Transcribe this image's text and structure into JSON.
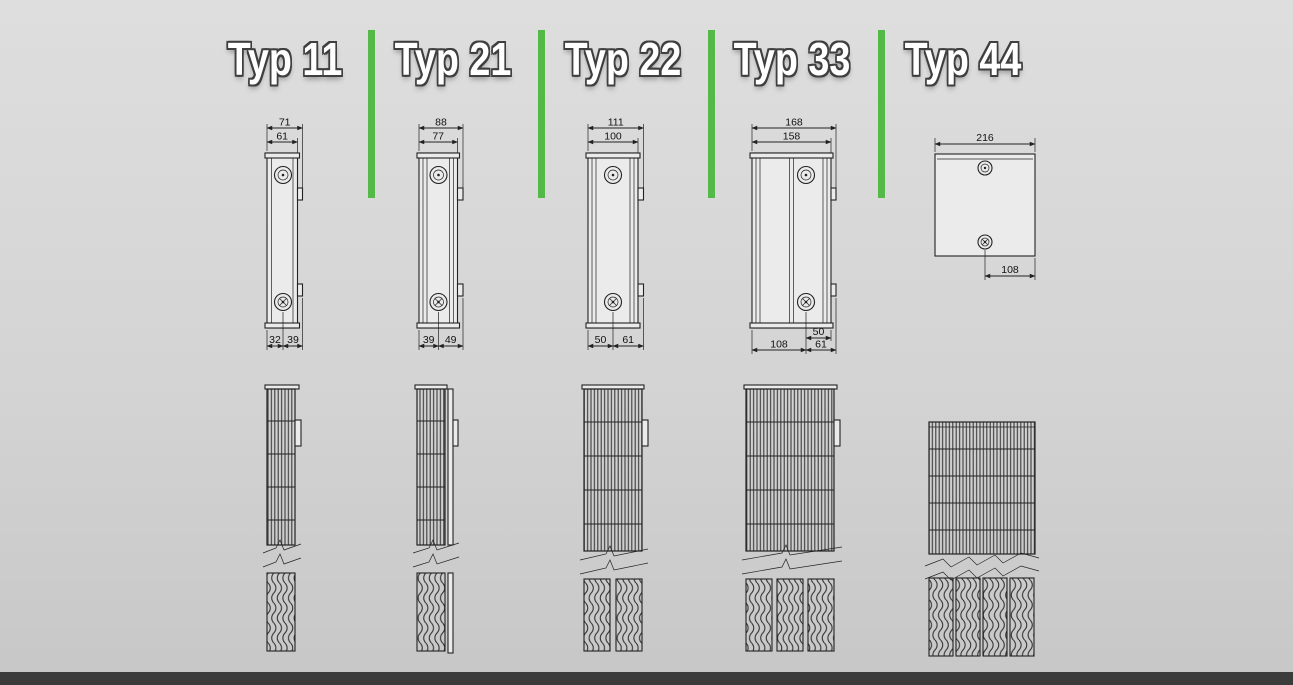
{
  "page": {
    "background_top": "#dedede",
    "background_bottom": "#c7c7c7",
    "footer_bar_color": "#3c3c3c",
    "divider_color": "#54b948",
    "drawing_line_color": "#222222",
    "label_text_color": "#ffffff",
    "label_outline_color": "#3f3f3f"
  },
  "columns": [
    {
      "label": "Typ 11",
      "dims": {
        "depth_total": "71",
        "depth_body": "61",
        "conn_front": "32",
        "conn_back": "39"
      }
    },
    {
      "label": "Typ 21",
      "dims": {
        "depth_total": "88",
        "depth_body": "77",
        "conn_front": "39",
        "conn_back": "49"
      }
    },
    {
      "label": "Typ 22",
      "dims": {
        "depth_total": "111",
        "depth_body": "100",
        "conn_front": "50",
        "conn_back": "61"
      }
    },
    {
      "label": "Typ 33",
      "dims": {
        "depth_total": "168",
        "depth_body": "158",
        "conn_front": "108",
        "conn_mid": "50",
        "conn_back": "61"
      }
    },
    {
      "label": "Typ 44",
      "dims": {
        "depth_total": "216",
        "conn_back": "108"
      }
    }
  ]
}
